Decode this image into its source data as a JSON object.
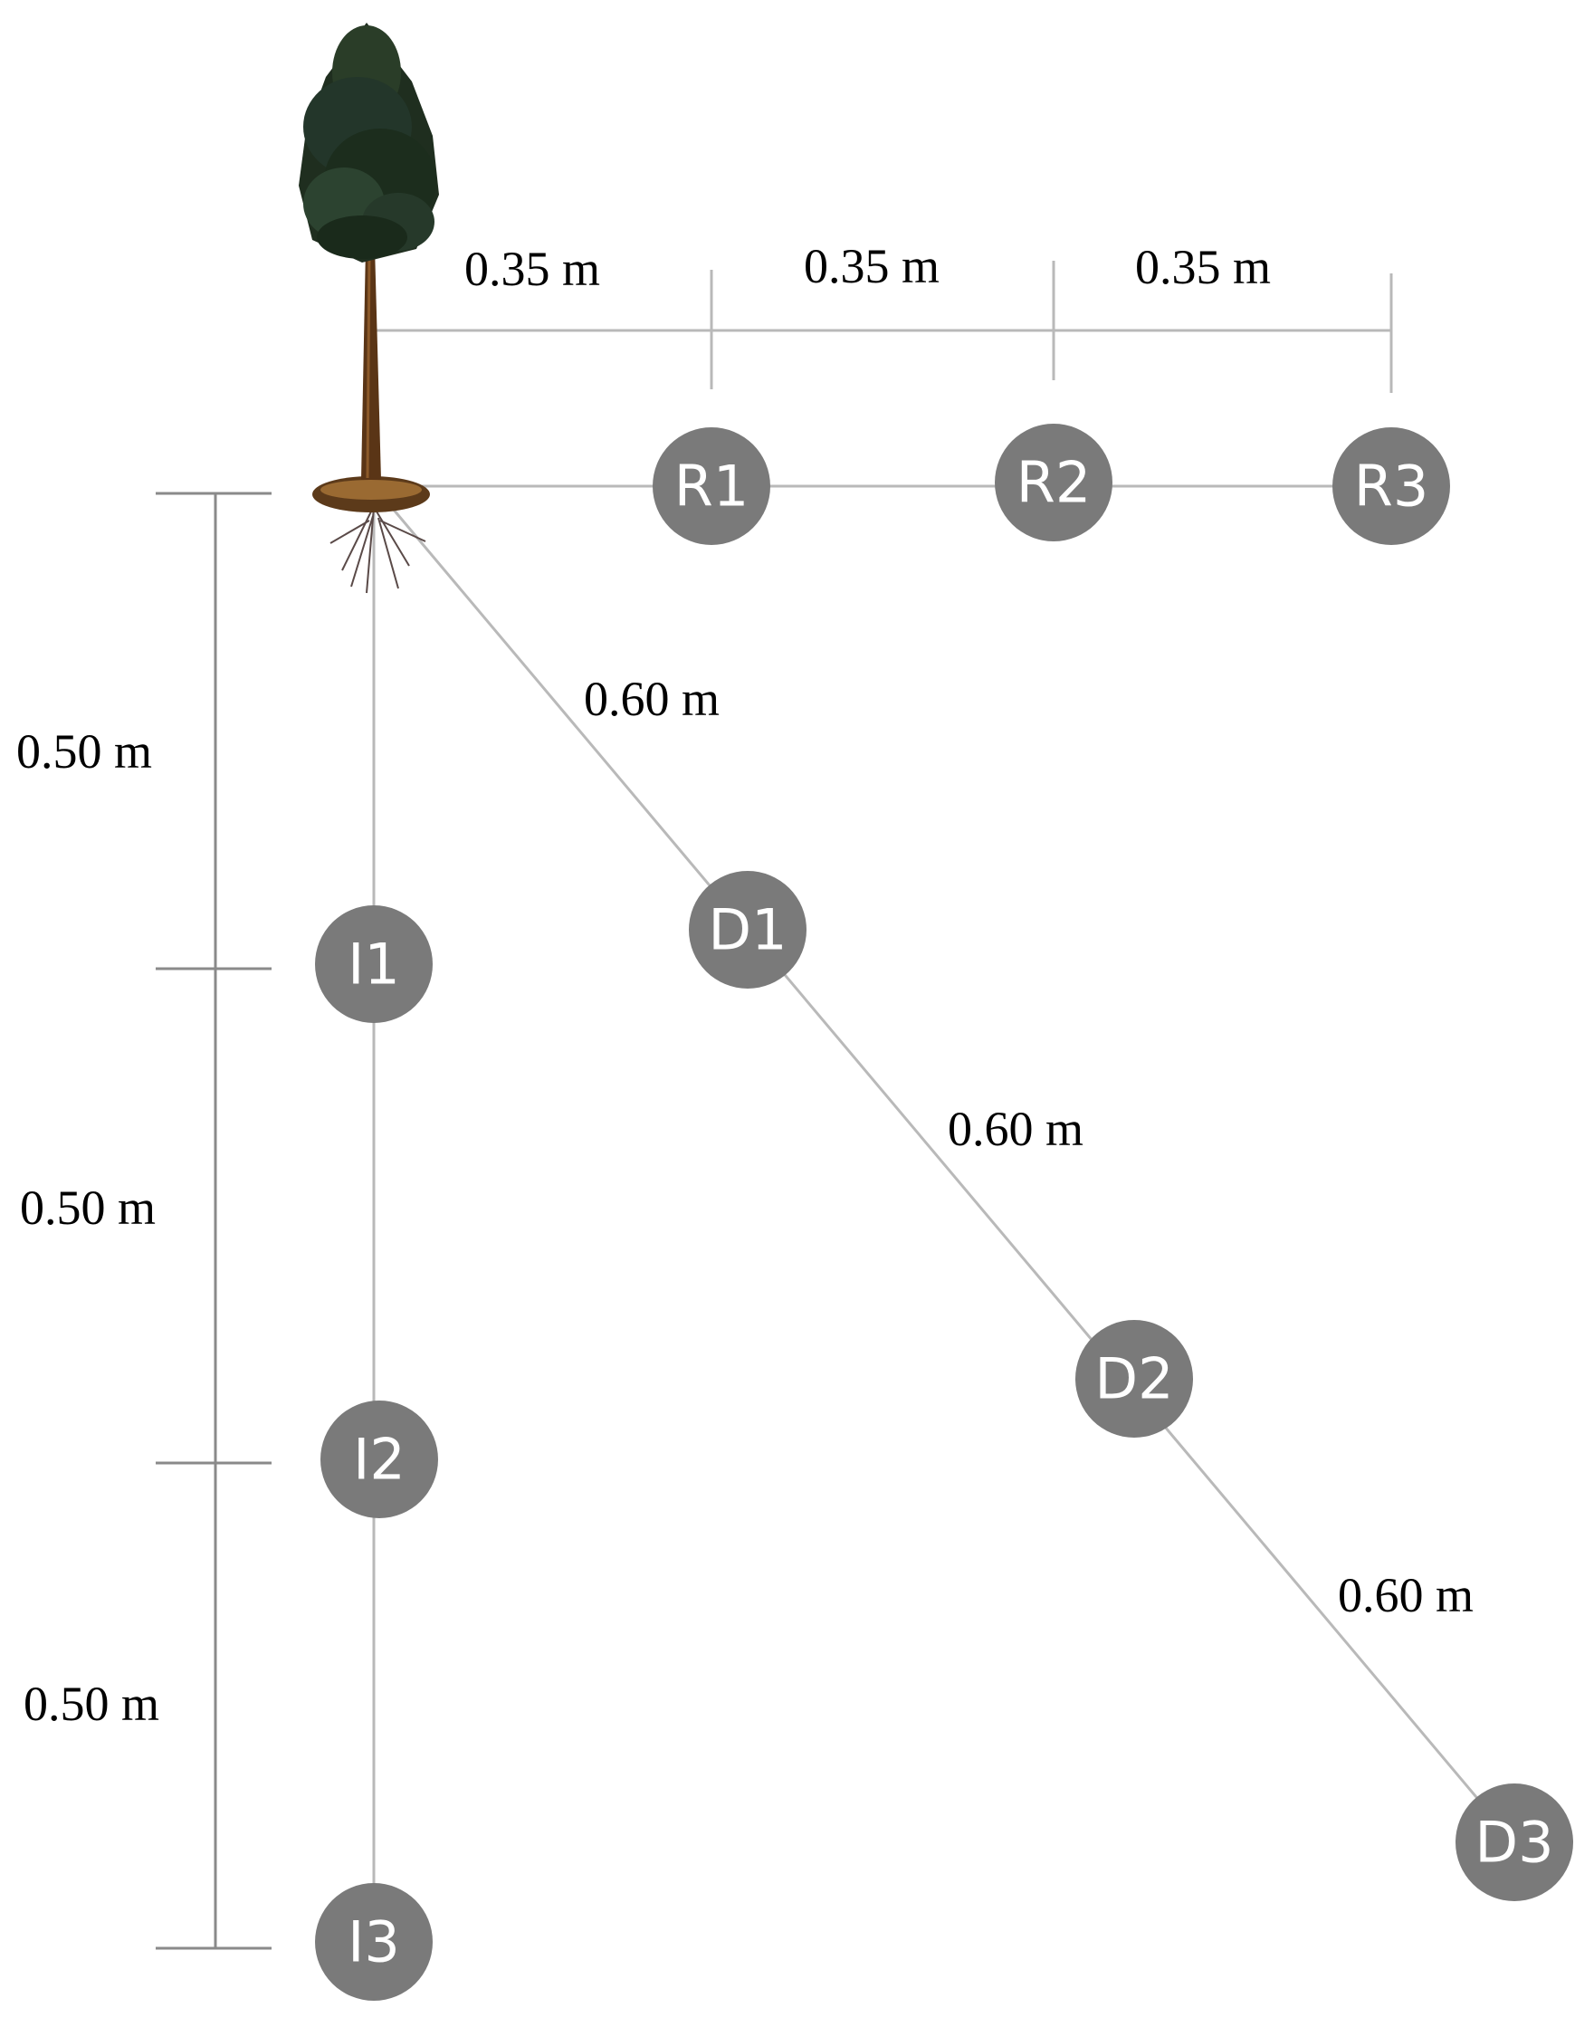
{
  "tree": {
    "icon": "tree-icon"
  },
  "nodes": {
    "R1": "R1",
    "R2": "R2",
    "R3": "R3",
    "I1": "I1",
    "I2": "I2",
    "I3": "I3",
    "D1": "D1",
    "D2": "D2",
    "D3": "D3"
  },
  "distances": {
    "row_spacing": "0.35 m",
    "inline_spacing": "0.50 m",
    "diagonal_spacing": "0.60 m"
  },
  "colors": {
    "node_fill": "#7a7a7a",
    "node_text": "#ffffff",
    "connector_line": "#b9b9b9",
    "scale_line": "#8a8a8a",
    "label_text": "#000000"
  }
}
